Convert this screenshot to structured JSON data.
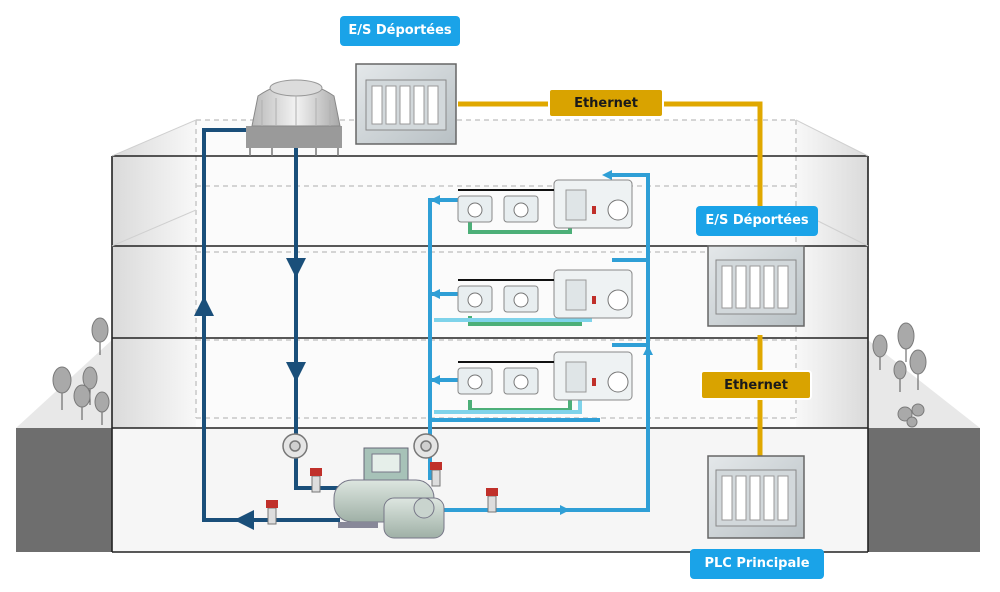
{
  "labels": {
    "remote_io_top": "E/S Déportées",
    "remote_io_mid": "E/S Déportées",
    "ethernet_top": "Ethernet",
    "ethernet_mid": "Ethernet",
    "plc_main": "PLC Principale"
  },
  "colors": {
    "label_blue": "#1aa3e8",
    "label_gold": "#d9a300",
    "ethernet_line": "#e0a800",
    "supply_pipe": "#1a4f7a",
    "return_pipe": "#2f9fd6",
    "coil_green": "#4caf78",
    "coil_light_blue": "#7fd3ea",
    "ground": "#6e6e6e"
  },
  "icons": {
    "cooling_tower": "cooling-tower-icon",
    "cabinet": "control-cabinet-icon",
    "chiller": "chiller-icon",
    "pump": "pump-icon",
    "valve": "valve-icon",
    "fan_coil": "fan-coil-unit-icon",
    "tree": "tree-icon"
  }
}
